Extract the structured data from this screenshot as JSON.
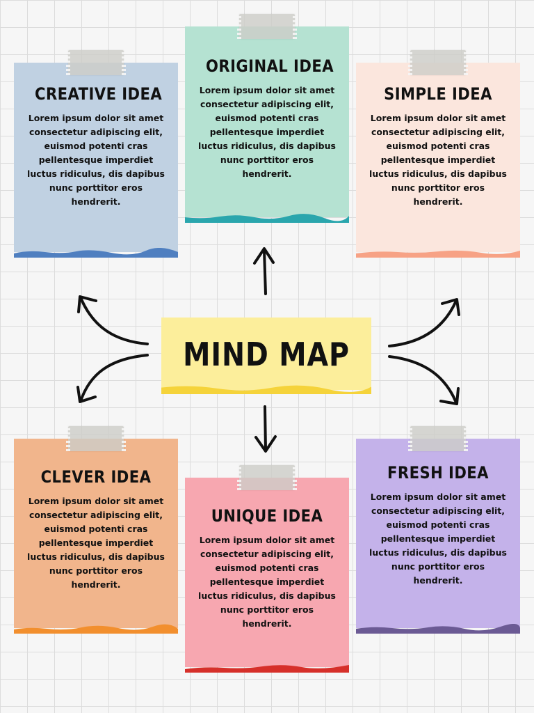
{
  "center": {
    "label": "MIND MAP",
    "color": "#fcee9b",
    "edge_color": "#f5d33a"
  },
  "notes": [
    {
      "id": "creative",
      "title": "CREATIVE IDEA",
      "body": "Lorem ipsum dolor sit amet consectetur adipiscing elit, euismod potenti cras pellentesque imperdiet luctus ridiculus, dis dapibus nunc porttitor eros hendrerit.",
      "color": "#c0d1e2",
      "edge_color": "#4f7fc0"
    },
    {
      "id": "original",
      "title": "ORIGINAL IDEA",
      "body": "Lorem ipsum dolor sit amet consectetur adipiscing elit, euismod potenti cras pellentesque imperdiet luctus ridiculus, dis dapibus nunc porttitor eros hendrerit.",
      "color": "#b5e2d2",
      "edge_color": "#2aa6ad"
    },
    {
      "id": "simple",
      "title": "SIMPLE IDEA",
      "body": "Lorem ipsum dolor sit amet consectetur adipiscing elit, euismod potenti cras pellentesque imperdiet luctus ridiculus, dis dapibus nunc porttitor eros hendrerit.",
      "color": "#fbe6dd",
      "edge_color": "#f7a285"
    },
    {
      "id": "clever",
      "title": "CLEVER IDEA",
      "body": "Lorem ipsum dolor sit amet consectetur adipiscing elit, euismod potenti cras pellentesque imperdiet luctus ridiculus, dis dapibus nunc porttitor eros hendrerit.",
      "color": "#f1b58c",
      "edge_color": "#f28f2e"
    },
    {
      "id": "unique",
      "title": "UNIQUE IDEA",
      "body": "Lorem ipsum dolor sit amet consectetur adipiscing elit, euismod potenti cras pellentesque imperdiet luctus ridiculus, dis dapibus nunc porttitor eros hendrerit.",
      "color": "#f7a7b0",
      "edge_color": "#d6302a"
    },
    {
      "id": "fresh",
      "title": "FRESH IDEA",
      "body": "Lorem ipsum dolor sit amet consectetur adipiscing elit, euismod potenti cras pellentesque imperdiet luctus ridiculus, dis dapibus nunc porttitor eros hendrerit.",
      "color": "#c4b2ea",
      "edge_color": "#6b5a94"
    }
  ],
  "background": {
    "color": "#f6f6f6",
    "grid_color": "#dcdcdc"
  }
}
